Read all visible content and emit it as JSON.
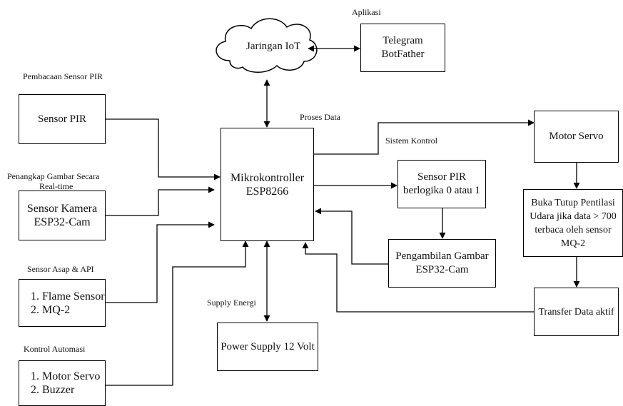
{
  "cloud": {
    "label": "Jaringan IoT"
  },
  "captions": {
    "aplikasi": "Aplikasi",
    "pembacaan_pir": "Pembacaan Sensor PIR",
    "penangkap_gambar_1": "Penangkap Gambar Secara",
    "penangkap_gambar_2": "Real-time",
    "sensor_asap": "Sensor Asap & API",
    "kontrol_automasi": "Kontrol Automasi",
    "proses_data": "Proses Data",
    "sistem_kontrol": "Sistem Kontrol",
    "supply_energi": "Supply Energi"
  },
  "boxes": {
    "telegram": [
      "Telegram",
      "BotFather"
    ],
    "sensor_pir": [
      "Sensor PIR"
    ],
    "sensor_kamera": [
      "Sensor Kamera",
      "ESP32-Cam"
    ],
    "flame": [
      "1. Flame Sensor",
      "2. MQ-2"
    ],
    "motor_buzzer": [
      "1. Motor Servo",
      "2. Buzzer"
    ],
    "mikrokontroller": [
      "Mikrokontroller",
      "ESP8266"
    ],
    "power_supply": [
      "Power Supply 12 Volt"
    ],
    "pir_logic": [
      "Sensor PIR",
      "berlogika 0 atau 1"
    ],
    "pengambilan": [
      "Pengambilan Gambar",
      "ESP32-Cam"
    ],
    "motor_servo": [
      "Motor Servo"
    ],
    "buka_tutup": [
      "Buka Tutup Pentilasi",
      "Udara jika data > 700",
      "terbaca oleh sensor",
      "MQ-2"
    ],
    "transfer": [
      "Transfer Data aktif"
    ]
  }
}
